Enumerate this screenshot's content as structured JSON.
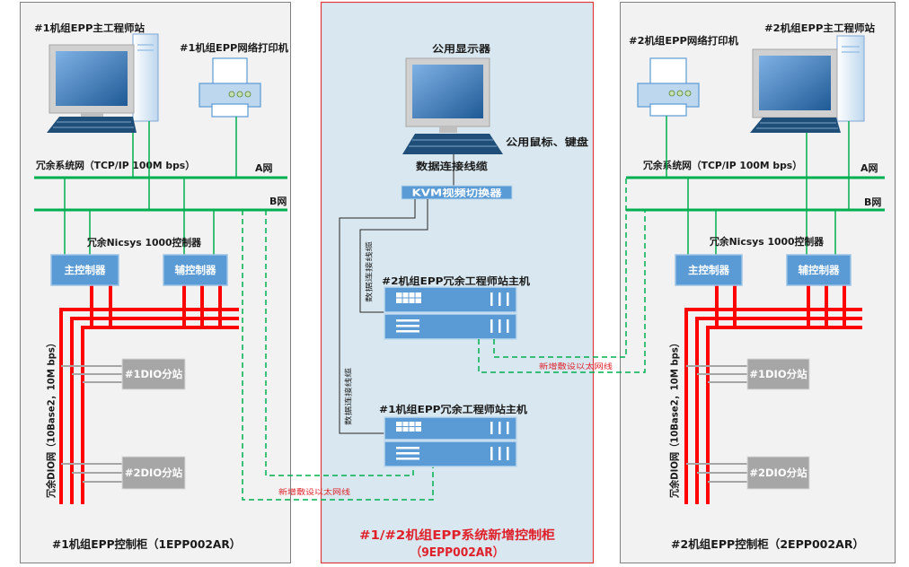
{
  "left": {
    "engineer_station": "#1机组EPP主工程师站",
    "printer": "#1机组EPP网络打印机",
    "system_net": "冗余系统网（TCP/IP 100M bps）",
    "net_a": "A网",
    "net_b": "B网",
    "controller_group": "冗余Nicsys 1000控制器",
    "main_controller": "主控制器",
    "aux_controller": "辅控制器",
    "dio_1": "#1DIO分站",
    "dio_2": "#2DIO分站",
    "dio_net": "冗余DIO网（10Base2，10M bps）",
    "new_cable": "新增敷设以太网线",
    "title": "#1机组EPP控制柜（1EPP002AR）"
  },
  "middle": {
    "monitor": "公用显示器",
    "mouse_keyboard": "公用鼠标、键盘",
    "data_cable_top": "数据连接线缆",
    "kvm": "KVM视频切换器",
    "data_cable_host2": "数据连接线缆",
    "data_cable_host1": "数据连接线缆",
    "host_2": "#2机组EPP冗余工程师站主机",
    "host_1": "#1机组EPP冗余工程师站主机",
    "new_cable": "新增敷设以太网线",
    "title": "#1/#2机组EPP系统新增控制柜",
    "subtitle": "（9EPP002AR）"
  },
  "right": {
    "printer": "#2机组EPP网络打印机",
    "engineer_station": "#2机组EPP主工程师站",
    "system_net": "冗余系统网（TCP/IP 100M bps）",
    "net_a": "A网",
    "net_b": "B网",
    "controller_group": "冗余Nicsys 1000控制器",
    "main_controller": "主控制器",
    "aux_controller": "辅控制器",
    "dio_1": "#1DIO分站",
    "dio_2": "#2DIO分站",
    "dio_net": "冗余DIO网（10Base2，10M bps）",
    "title": "#2机组EPP控制柜（2EPP002AR）"
  },
  "icons": {
    "workstation": "computer-icon",
    "printer": "printer-icon",
    "monitor": "monitor-icon",
    "keyboard": "keyboard-icon",
    "host": "server-icon"
  },
  "colors": {
    "network": "#00b050",
    "dio_bus": "#ff0000",
    "dio_link": "#a6a6a6",
    "controller": "#5b9bd5",
    "dio_station": "#a6a6a6",
    "side_cabinet_fill": "#f2f2f2",
    "middle_cabinet_fill": "#d9e8f0",
    "middle_cabinet_border": "#e0393e",
    "highlight_text": "#e0202a"
  }
}
